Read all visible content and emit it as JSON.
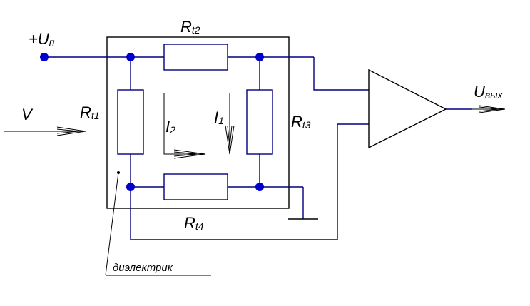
{
  "labels": {
    "supply": {
      "main": "+U",
      "sub": "п"
    },
    "velocity": "V",
    "output": {
      "main": "U",
      "sub": "вых"
    },
    "r1": {
      "main": "R",
      "sub": "t1"
    },
    "r2": {
      "main": "R",
      "sub": "t2"
    },
    "r3": {
      "main": "R",
      "sub": "t3"
    },
    "r4": {
      "main": "R",
      "sub": "t4"
    },
    "i1": {
      "main": "I",
      "sub": "1"
    },
    "i2": {
      "main": "I",
      "sub": "2"
    },
    "dielectric": "диэлектрик"
  },
  "colors": {
    "wire": "#000080",
    "node": "#0000cc",
    "outline": "#000000"
  }
}
